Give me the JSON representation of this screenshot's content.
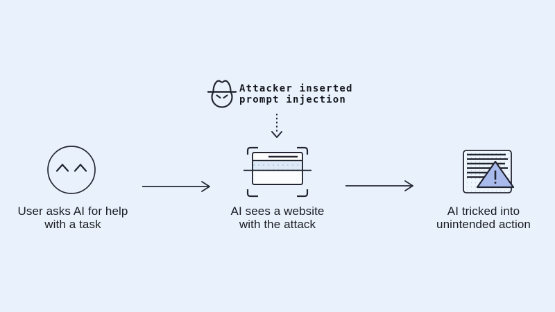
{
  "diagram": {
    "title": "prompt-injection-attack-flow",
    "background_color": "#e9f2fc",
    "line_color": "#232631",
    "text_color": "#181a20",
    "annotation": {
      "icon": "spy-hat-face-icon",
      "text_line1": "Attacker inserted",
      "text_line2": "prompt injection",
      "connector_icon": "dotted-down-arrow"
    },
    "steps": [
      {
        "icon": "happy-face-icon",
        "caption_line1": "User asks AI for help",
        "caption_line2": "with a task"
      },
      {
        "icon": "website-scan-icon",
        "caption_line1": "AI sees a website",
        "caption_line2": "with the attack"
      },
      {
        "icon": "document-warning-icon",
        "caption_line1": "AI tricked into",
        "caption_line2": "unintended action"
      }
    ],
    "connectors": [
      {
        "icon": "right-arrow-icon"
      },
      {
        "icon": "right-arrow-icon"
      }
    ],
    "colors": {
      "window_fill": "#fbfdff",
      "band_fill": "#dde9f6",
      "band_dot": "#9fbbdd",
      "document_fill": "#f0f6fd",
      "document_dot": "#b6cde9",
      "warning_triangle_fill": "#a9baec"
    }
  }
}
